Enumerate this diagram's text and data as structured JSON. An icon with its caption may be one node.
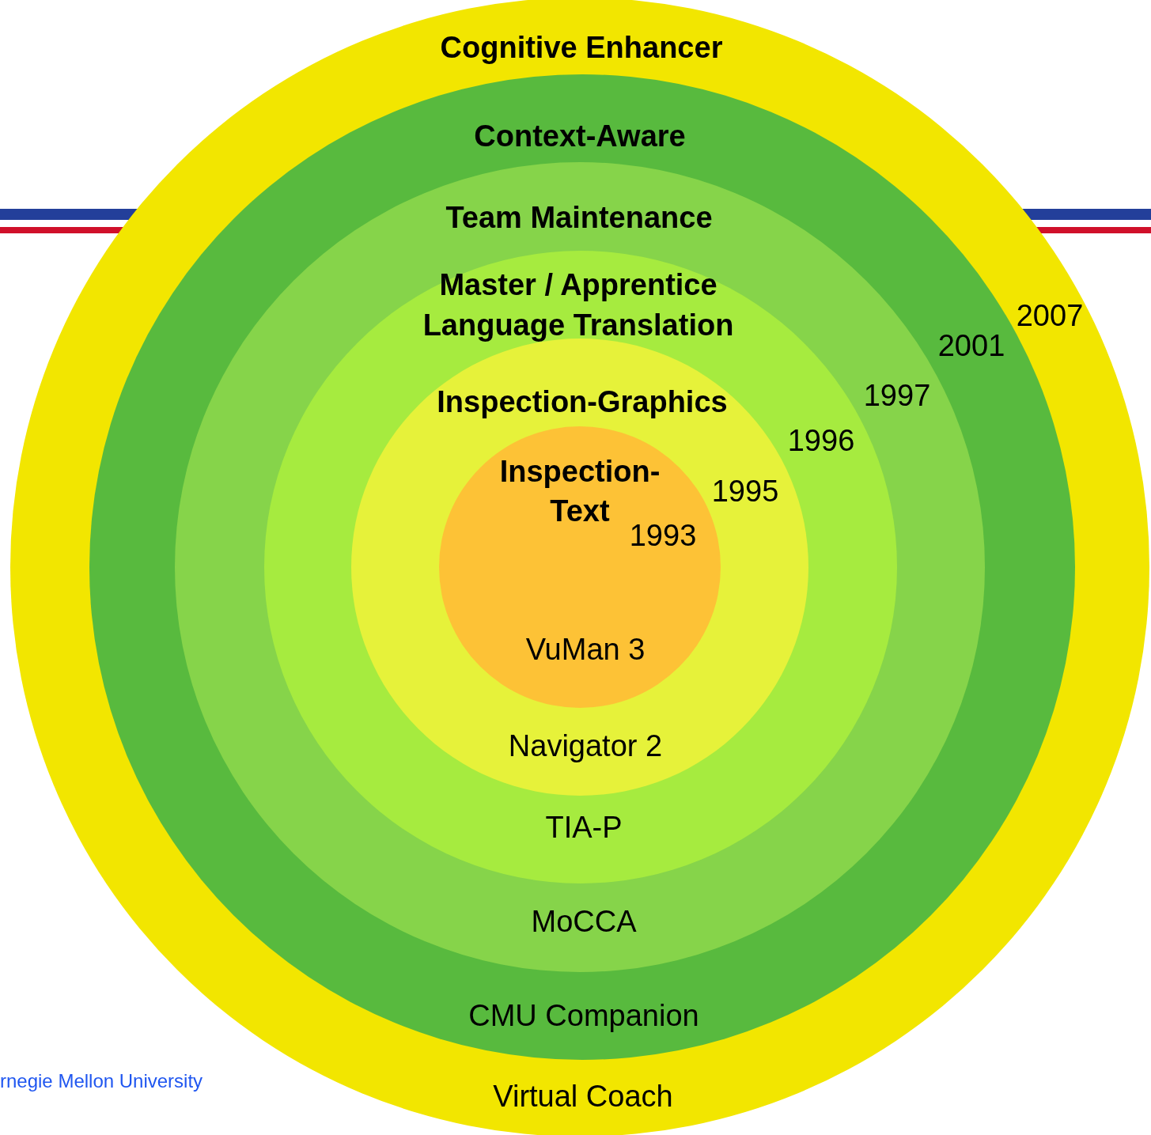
{
  "diagram": {
    "nodes": [
      {
        "text": [
          "Cognitive Enhancer",
          "Virtual Coach"
        ]
      },
      {
        "text": [
          "Context-Aware",
          "CMU Companion"
        ],
        "in": 0
      },
      {
        "text": [
          "Team Maintenance",
          "MoCCA"
        ],
        "in": 1
      },
      {
        "text": [
          "Master / Apprentice",
          "Language Translation",
          "TIA-P"
        ],
        "in": 2
      },
      {
        "text": [
          "Inspection-Graphics",
          "Navigator 2"
        ],
        "in": 3
      },
      {
        "text": [
          "Inspection- Text",
          "VuMan 3"
        ],
        "in": 4
      }
    ],
    "labels": [
      "2007",
      "2001",
      "1997",
      "1996",
      "1995",
      "1993",
      "rnegie Mellon University"
    ]
  }
}
